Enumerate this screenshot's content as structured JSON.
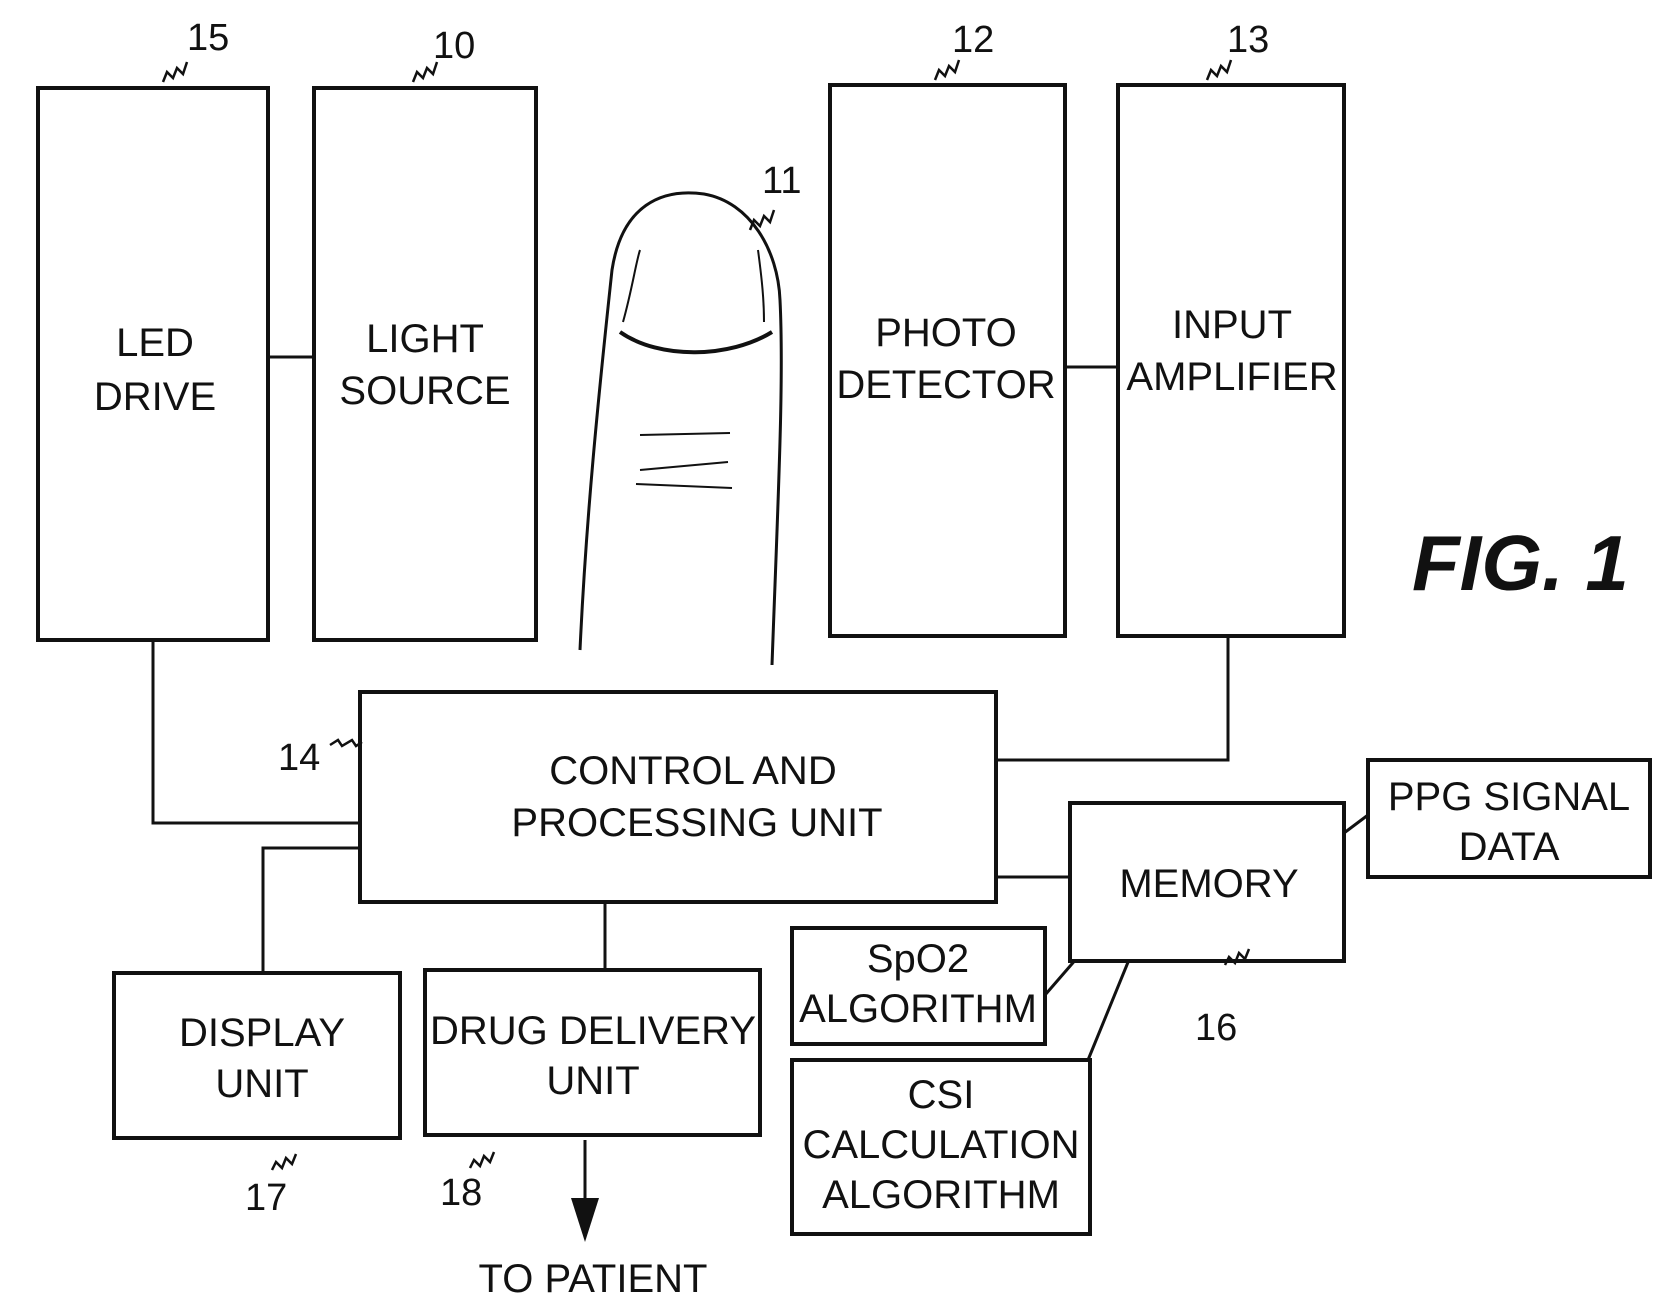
{
  "figure_label": "FIG. 1",
  "blocks": {
    "led_drive": {
      "line1": "LED",
      "line2": "DRIVE",
      "ref": "15"
    },
    "light_source": {
      "line1": "LIGHT",
      "line2": "SOURCE",
      "ref": "10"
    },
    "photo_detector": {
      "line1": "PHOTO",
      "line2": "DETECTOR",
      "ref": "12"
    },
    "input_amplifier": {
      "line1": "INPUT",
      "line2": "AMPLIFIER",
      "ref": "13"
    },
    "control_unit": {
      "line1": "CONTROL AND",
      "line2": "PROCESSING UNIT",
      "ref": "14"
    },
    "memory": {
      "line1": "MEMORY",
      "ref": "16"
    },
    "ppg_data": {
      "line1": "PPG SIGNAL",
      "line2": "DATA"
    },
    "spo2_algorithm": {
      "line1": "SpO2",
      "line2": "ALGORITHM"
    },
    "csi_algorithm": {
      "line1": "CSI",
      "line2": "CALCULATION",
      "line3": "ALGORITHM"
    },
    "display_unit": {
      "line1": "DISPLAY",
      "line2": "UNIT",
      "ref": "17"
    },
    "drug_delivery": {
      "line1": "DRUG DELIVERY",
      "line2": "UNIT",
      "ref": "18"
    }
  },
  "finger": {
    "ref": "11"
  },
  "output_label": "TO PATIENT"
}
